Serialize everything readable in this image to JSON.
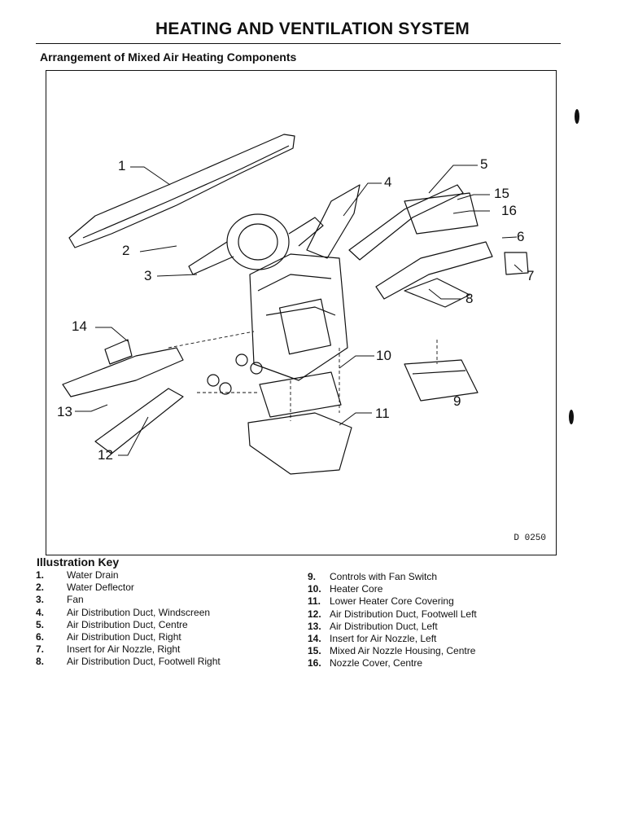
{
  "page": {
    "title": "HEATING AND VENTILATION SYSTEM",
    "subtitle": "Arrangement of Mixed Air Heating Components"
  },
  "figure": {
    "drawing_code": "D 0250",
    "callouts": [
      "1",
      "2",
      "3",
      "4",
      "5",
      "6",
      "7",
      "8",
      "9",
      "10",
      "11",
      "12",
      "13",
      "14",
      "15",
      "16"
    ]
  },
  "key": {
    "heading": "Illustration Key",
    "left_items": [
      {
        "num": "1.",
        "label": "Water Drain"
      },
      {
        "num": "2.",
        "label": "Water Deflector"
      },
      {
        "num": "3.",
        "label": "Fan"
      },
      {
        "num": "4.",
        "label": "Air Distribution Duct, Windscreen"
      },
      {
        "num": "5.",
        "label": "Air Distribution Duct, Centre"
      },
      {
        "num": "6.",
        "label": "Air Distribution Duct, Right"
      },
      {
        "num": "7.",
        "label": "Insert for Air Nozzle, Right"
      },
      {
        "num": "8.",
        "label": "Air Distribution Duct, Footwell Right"
      }
    ],
    "right_items": [
      {
        "num": "9.",
        "label": "Controls with Fan Switch"
      },
      {
        "num": "10.",
        "label": "Heater Core"
      },
      {
        "num": "11.",
        "label": "Lower Heater Core Covering"
      },
      {
        "num": "12.",
        "label": "Air Distribution Duct, Footwell Left"
      },
      {
        "num": "13.",
        "label": "Air Distribution Duct, Left"
      },
      {
        "num": "14.",
        "label": "Insert for Air Nozzle, Left"
      },
      {
        "num": "15.",
        "label": "Mixed Air Nozzle Housing, Centre"
      },
      {
        "num": "16.",
        "label": "Nozzle Cover, Centre"
      }
    ]
  }
}
